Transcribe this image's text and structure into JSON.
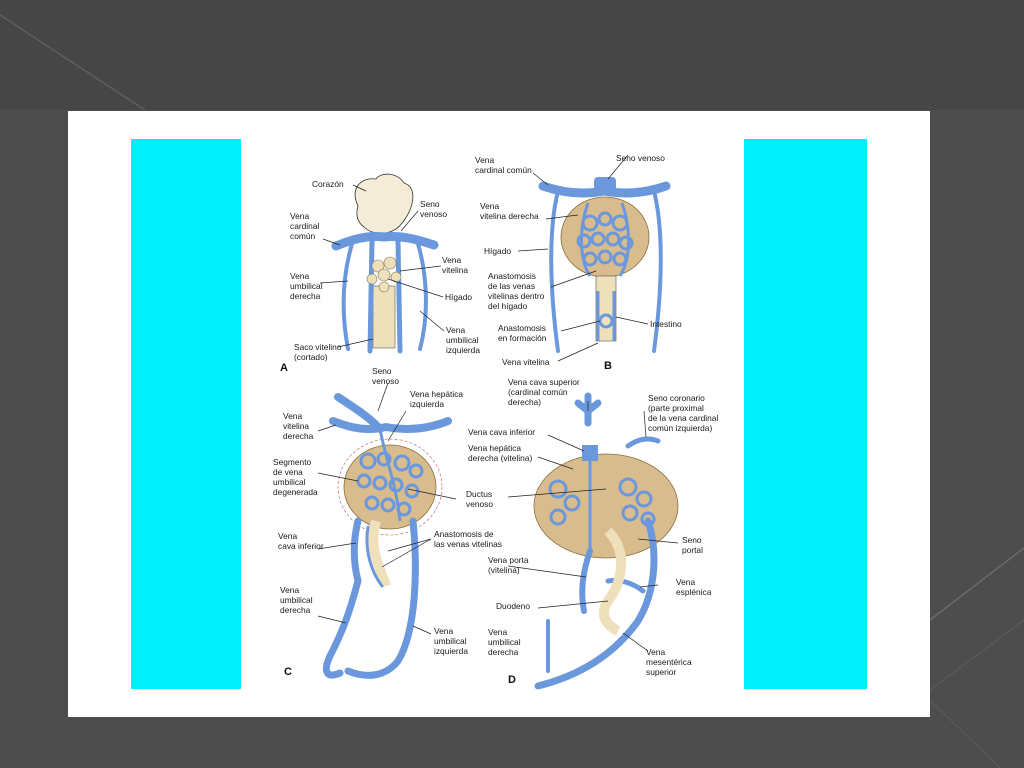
{
  "colors": {
    "background": "#4d4d4d",
    "slide": "#ffffff",
    "side_bar": "#00f0ff",
    "vein": "#6b98dc",
    "vein_dark": "#2f5fa8",
    "liver": "#d8bc8e",
    "heart": "#f4ecd6",
    "yolk": "#efe0bc"
  },
  "panels": {
    "a": {
      "letter": "A",
      "labels": {
        "corazon": "Corazón",
        "seno1": "Seno",
        "seno2": "venoso",
        "vcc1": "Vena",
        "vcc2": "cardinal",
        "vcc3": "común",
        "vvit1": "Vena",
        "vvit2": "vitelina",
        "vumbd1": "Vena",
        "vumbd2": "umbilical",
        "vumbd3": "derecha",
        "higado": "Hígado",
        "vumbi1": "Vena",
        "vumbi2": "umbilical",
        "vumbi3": "izquierda",
        "saco1": "Saco vitelino",
        "saco2": "(cortado)"
      }
    },
    "b": {
      "letter": "B",
      "labels": {
        "vcc1": "Vena",
        "vcc2": "cardinal común",
        "seno": "Seno venoso",
        "vvitd1": "Vena",
        "vvitd2": "vitelina derecha",
        "higado": "Hígado",
        "anast1": "Anastomosis",
        "anast2": "de las venas",
        "anast3": "vitelinas dentro",
        "anast4": "del hígado",
        "intestino": "Intestino",
        "form1": "Anastomosis",
        "form2": "en formación",
        "vvit": "Vena vitelina"
      }
    },
    "c": {
      "letter": "C",
      "labels": {
        "seno1": "Seno",
        "seno2": "venoso",
        "vhep1": "Vena hepática",
        "vhep2": "izquierda",
        "vvitd1": "Vena",
        "vvitd2": "vitelina",
        "vvitd3": "derecha",
        "seg1": "Segmento",
        "seg2": "de vena",
        "seg3": "umbilical",
        "seg4": "degenerada",
        "ductus1": "Ductus",
        "ductus2": "venoso",
        "vci1": "Vena",
        "vci2": "cava inferior",
        "anast1": "Anastomosis de",
        "anast2": "las venas vitelinas",
        "vumbd1": "Vena",
        "vumbd2": "umbilical",
        "vumbd3": "derecha",
        "vumbi1": "Vena",
        "vumbi2": "umbilical",
        "vumbi3": "izquierda"
      }
    },
    "d": {
      "letter": "D",
      "labels": {
        "vcs1": "Vena cava superior",
        "vcs2": "(cardinal común",
        "vcs3": "derecha)",
        "scor1": "Seno coronario",
        "scor2": "(parte proximal",
        "scor3": "de la vena cardinal",
        "scor4": "común izquierda)",
        "vci": "Vena cava inferior",
        "vhep1": "Vena hepática",
        "vhep2": "derecha (vitelina)",
        "sport1": "Seno",
        "sport2": "portal",
        "vporta1": "Vena porta",
        "vporta2": "(vitelina)",
        "vesp1": "Vena",
        "vesp2": "esplénica",
        "duodeno": "Duodeno",
        "vumbd1": "Vena",
        "vumbd2": "umbilical",
        "vumbd3": "derecha",
        "vmes1": "Vena",
        "vmes2": "mesentérica",
        "vmes3": "superior"
      }
    }
  }
}
